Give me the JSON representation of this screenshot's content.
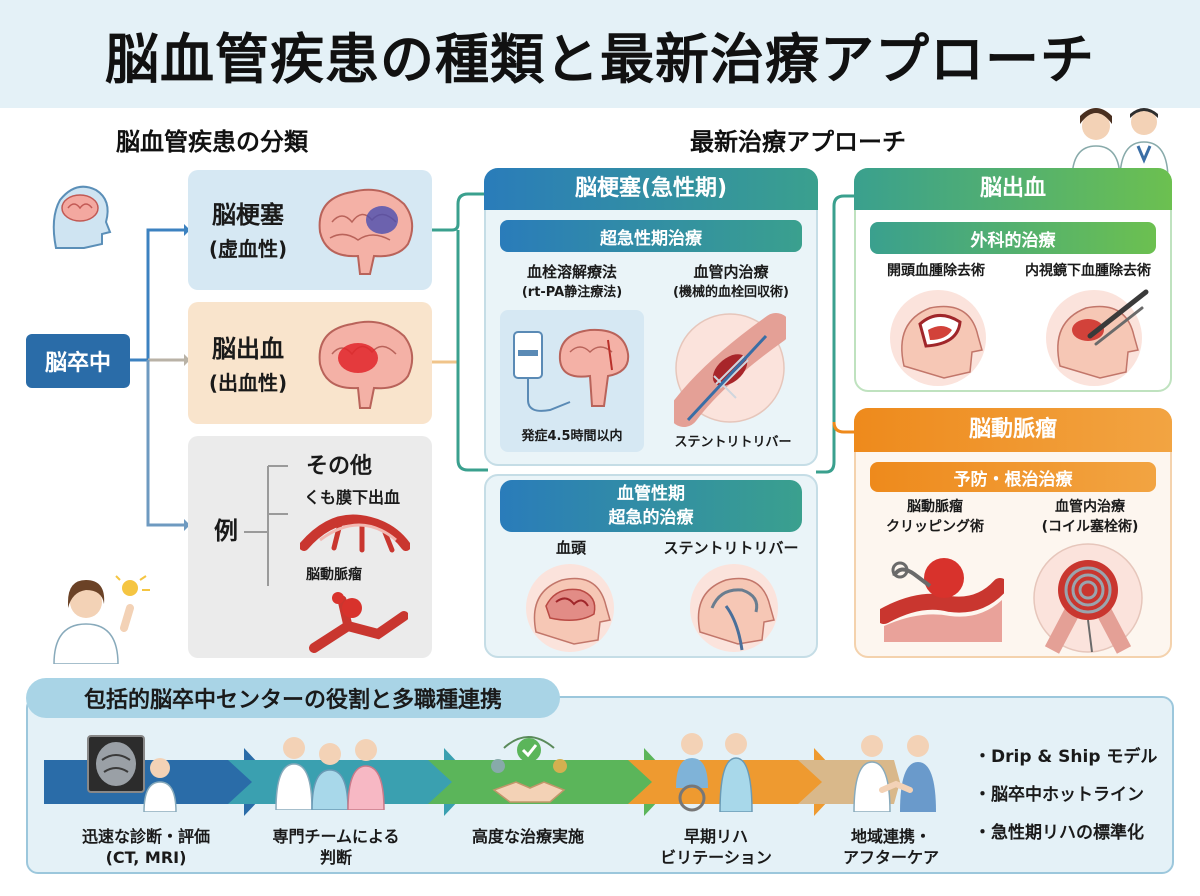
{
  "title": "脳血管疾患の種類と最新治療アプローチ",
  "left": {
    "heading": "脳血管疾患の分類",
    "root": "脳卒中",
    "infarct": {
      "name": "脳梗塞",
      "sub": "(虚血性)"
    },
    "hemorrhage": {
      "name": "脳出血",
      "sub": "(出血性)"
    },
    "other": {
      "tag": "例",
      "title": "その他",
      "item1": "くも膜下出血",
      "item2": "脳動脈瘤"
    }
  },
  "right": {
    "heading": "最新治療アプローチ",
    "acute": {
      "title": "脳梗塞(急性期)",
      "sub": "超急性期治療",
      "t1": "血栓溶解療法",
      "t1_sub": "(rt-PA静注療法)",
      "t1_note": "発症4.5時間以内",
      "t2": "血管内治療",
      "t2_sub": "(機械的血栓回収術)",
      "t2_note": "ステントリトリバー"
    },
    "vascular": {
      "title1": "血管性期",
      "title2": "超急的治療",
      "t1": "血頭",
      "t2": "ステントリトリバー"
    },
    "bleed": {
      "title": "脳出血",
      "sub": "外科的治療",
      "t1": "開頭血腫除去術",
      "t2": "内視鏡下血腫除去術"
    },
    "aneurysm": {
      "title": "脳動脈瘤",
      "sub": "予防・根治治療",
      "t1a": "脳動脈瘤",
      "t1b": "クリッピング術",
      "t2a": "血管内治療",
      "t2b": "(コイル塞栓術)"
    }
  },
  "bottom": {
    "heading": "包括的脳卒中センターの役割と多職種連携",
    "steps": [
      {
        "l1": "迅速な診断・評価",
        "l2": "(CT, MRI)"
      },
      {
        "l1": "専門チームによる",
        "l2": "判断"
      },
      {
        "l1": "高度な治療実施",
        "l2": ""
      },
      {
        "l1": "早期リハ",
        "l2": "ビリテーション"
      },
      {
        "l1": "地域連携・",
        "l2": "アフターケア"
      }
    ],
    "bullets": [
      "・Drip & Ship モデル",
      "・脳卒中ホットライン",
      "・急性期リハの標準化"
    ]
  },
  "colors": {
    "blue": "#2a7cba",
    "teal": "#3aa08e",
    "green": "#5bb55a",
    "orange": "#ee8a1c",
    "tan": "#d99a4a"
  }
}
